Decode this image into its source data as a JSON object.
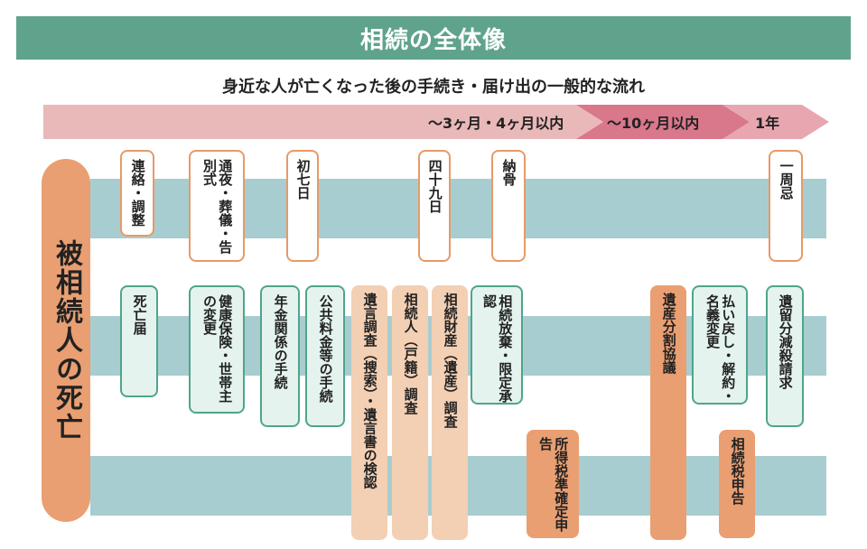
{
  "header": {
    "title": "相続の全体像",
    "subtitle": "身近な人が亡くなった後の手続き・届け出の一般的な流れ"
  },
  "timeline": {
    "colors": {
      "stage1": "#e9b8b8",
      "stage2": "#d9778b",
      "stage3": "#e8a6b0"
    },
    "stages": [
      "～3ヶ月・4ヶ月以内",
      "～10ヶ月以内",
      "1年"
    ]
  },
  "main_event": "被相続人の死亡",
  "events": {
    "renraku": "連絡・調整",
    "tsuya": "通夜・葬儀・告別式",
    "shonanoka": "初七日",
    "shijukunichi": "四十九日",
    "noukotsu": "納骨",
    "isshuki": "一周忌"
  },
  "procedures": {
    "shibou_todoke": "死亡届",
    "kenko_hoken": "健康保険・世帯主の変更",
    "nenkin": "年金関係の手続",
    "kokyo_ryokin": "公共料金等の手続",
    "igon_chosa": "遺言調査（捜索）・遺言書の検認",
    "sozokunin_chosa": "相続人（戸籍）調査",
    "sozoku_zaisan": "相続財産（遺産）調査",
    "houki": "相続放棄・限定承認",
    "bunkatsu": "遺産分割協議",
    "haraimodoshi": "払い戻し・解約・名義変更",
    "iryubun": "遺留分減殺請求",
    "shotokuzei": "所得税準確定申告",
    "sozokuzei": "相続税申告"
  }
}
